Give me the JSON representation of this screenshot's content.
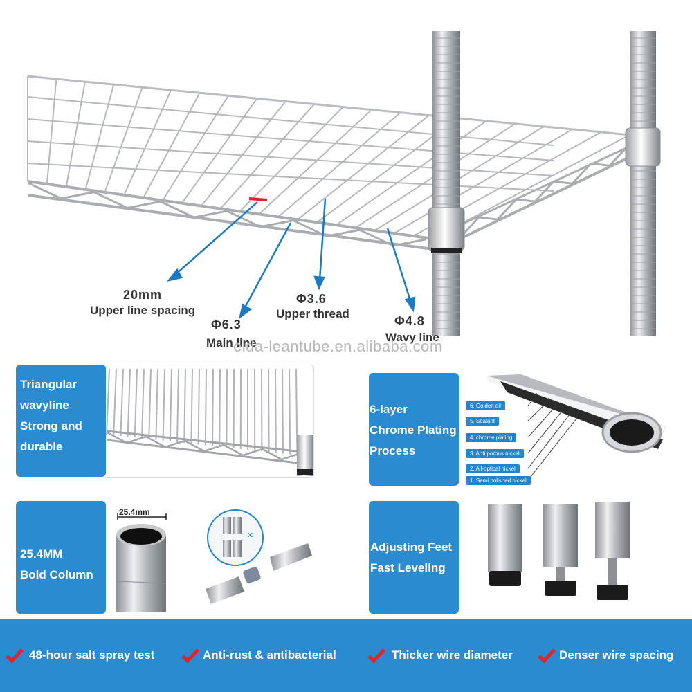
{
  "hero": {
    "dimensions": [
      {
        "value": "20mm",
        "label": "Upper line spacing"
      },
      {
        "value": "Φ6.3",
        "label": "Main line"
      },
      {
        "value": "Φ3.6",
        "label": "Upper thread"
      },
      {
        "value": "Φ4.8",
        "label": "Wavy line"
      }
    ],
    "watermark": "elda-leantube.en.alibaba.com"
  },
  "features": {
    "triangular": {
      "line1": "Triangular",
      "line2": "wavyline",
      "line3": "Strong and",
      "line4": "durable"
    },
    "chrome": {
      "line1": "6-layer",
      "line2": "Chrome Plating",
      "line3": "Process",
      "layers": [
        "6. Golden oil",
        "5. Sealant",
        "4. chrome plating",
        "3. Anti porous nickel",
        "2. All-optical nickel",
        "1. Semi polished nickel"
      ]
    },
    "column": {
      "line1": "25.4MM",
      "line2": "Bold Column",
      "diameter_label": "25.4mm"
    },
    "feet": {
      "line1": "Adjusting Feet",
      "line2": "Fast Leveling"
    }
  },
  "banner": {
    "items": [
      "48-hour salt spray test",
      "Anti-rust & antibacterial",
      "Thicker wire diameter",
      "Denser wire spacing"
    ]
  },
  "colors": {
    "accent_blue": "#2a8bd0",
    "check_red": "#e0242a",
    "chrome": "#c9ccd0"
  }
}
